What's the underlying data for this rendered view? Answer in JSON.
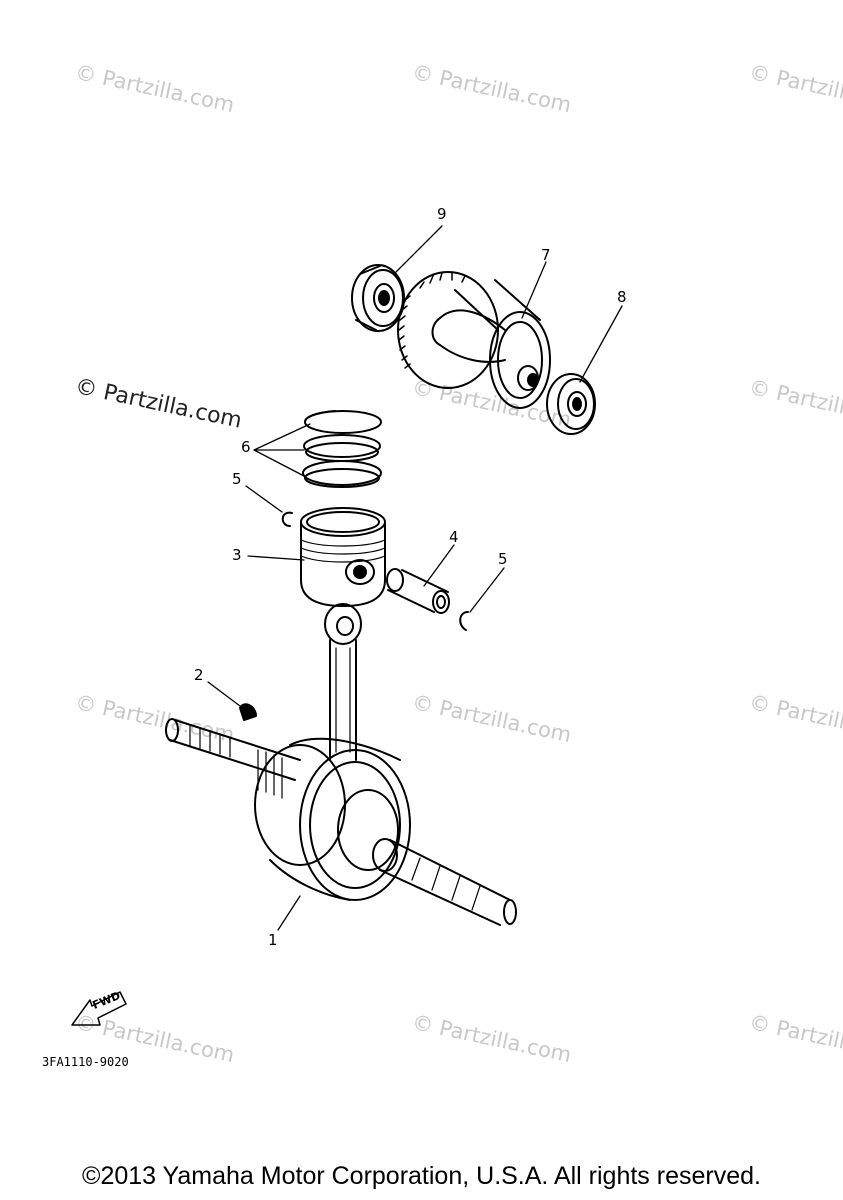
{
  "watermarks": {
    "text": "© Partzilla.com",
    "prominent": "© Partzilla.com"
  },
  "callouts": {
    "p1": "1",
    "p2": "2",
    "p3": "3",
    "p4": "4",
    "p5a": "5",
    "p5b": "5",
    "p6": "6",
    "p7": "7",
    "p8": "8",
    "p9": "9"
  },
  "fwd_label": "FWD",
  "catalog_code": "3FA1110-9020",
  "copyright": "©2013 Yamaha Motor Corporation, U.S.A. All rights reserved."
}
